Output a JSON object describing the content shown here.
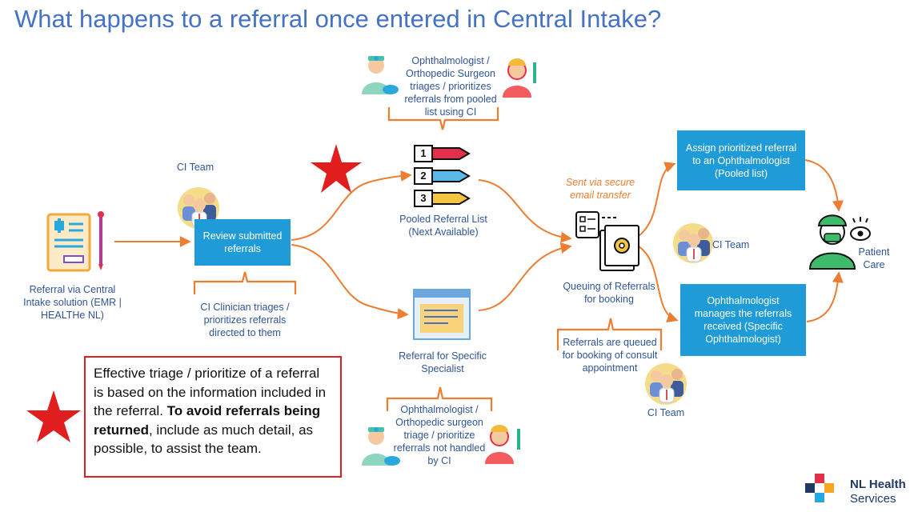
{
  "title": "What happens to a referral once entered in Central Intake?",
  "referral_source": "Referral via Central Intake solution (EMR | HEALTHe NL)",
  "ci_team_left": "CI Team",
  "review_box": "Review submitted referrals",
  "clinician_note": "CI Clinician triages / prioritizes referrals directed to them",
  "top_triage_note": "Ophthalmologist / Orthopedic Surgeon triages / prioritizes referrals from pooled list using CI",
  "pooled_list": "Pooled Referral List (Next Available)",
  "list_numbers": [
    "1",
    "2",
    "3"
  ],
  "specific_specialist": "Referral for Specific Specialist",
  "bottom_triage_note": "Ophthalmologist / Orthopedic surgeon triage / prioritize referrals not handled by CI",
  "sent_via": "Sent via secure email transfer",
  "queuing": "Queuing of Referrals for booking",
  "queued_note": "Referrals are queued for booking of consult appointment",
  "ci_team_bottom": "CI Team",
  "ci_team_right": "CI Team",
  "assign_box": "Assign prioritized referral to an Ophthalmologist (Pooled list)",
  "manage_box": "Ophthalmologist manages the referrals received (Specific Ophthalmologist)",
  "patient_care": "Patient Care",
  "callout": {
    "part1": "Effective triage / prioritize of a referral is based on the information included in the referral. ",
    "bold": "To avoid referrals being returned",
    "part2": ", include as much detail, as possible, to assist the team."
  },
  "logo": {
    "name": "NL Health",
    "sub": "Services"
  },
  "colors": {
    "title": "#4472C4",
    "text": "#2F5597",
    "box": "#1F9BD7",
    "arrow": "#ED7D31",
    "star": "#E01E1E"
  }
}
